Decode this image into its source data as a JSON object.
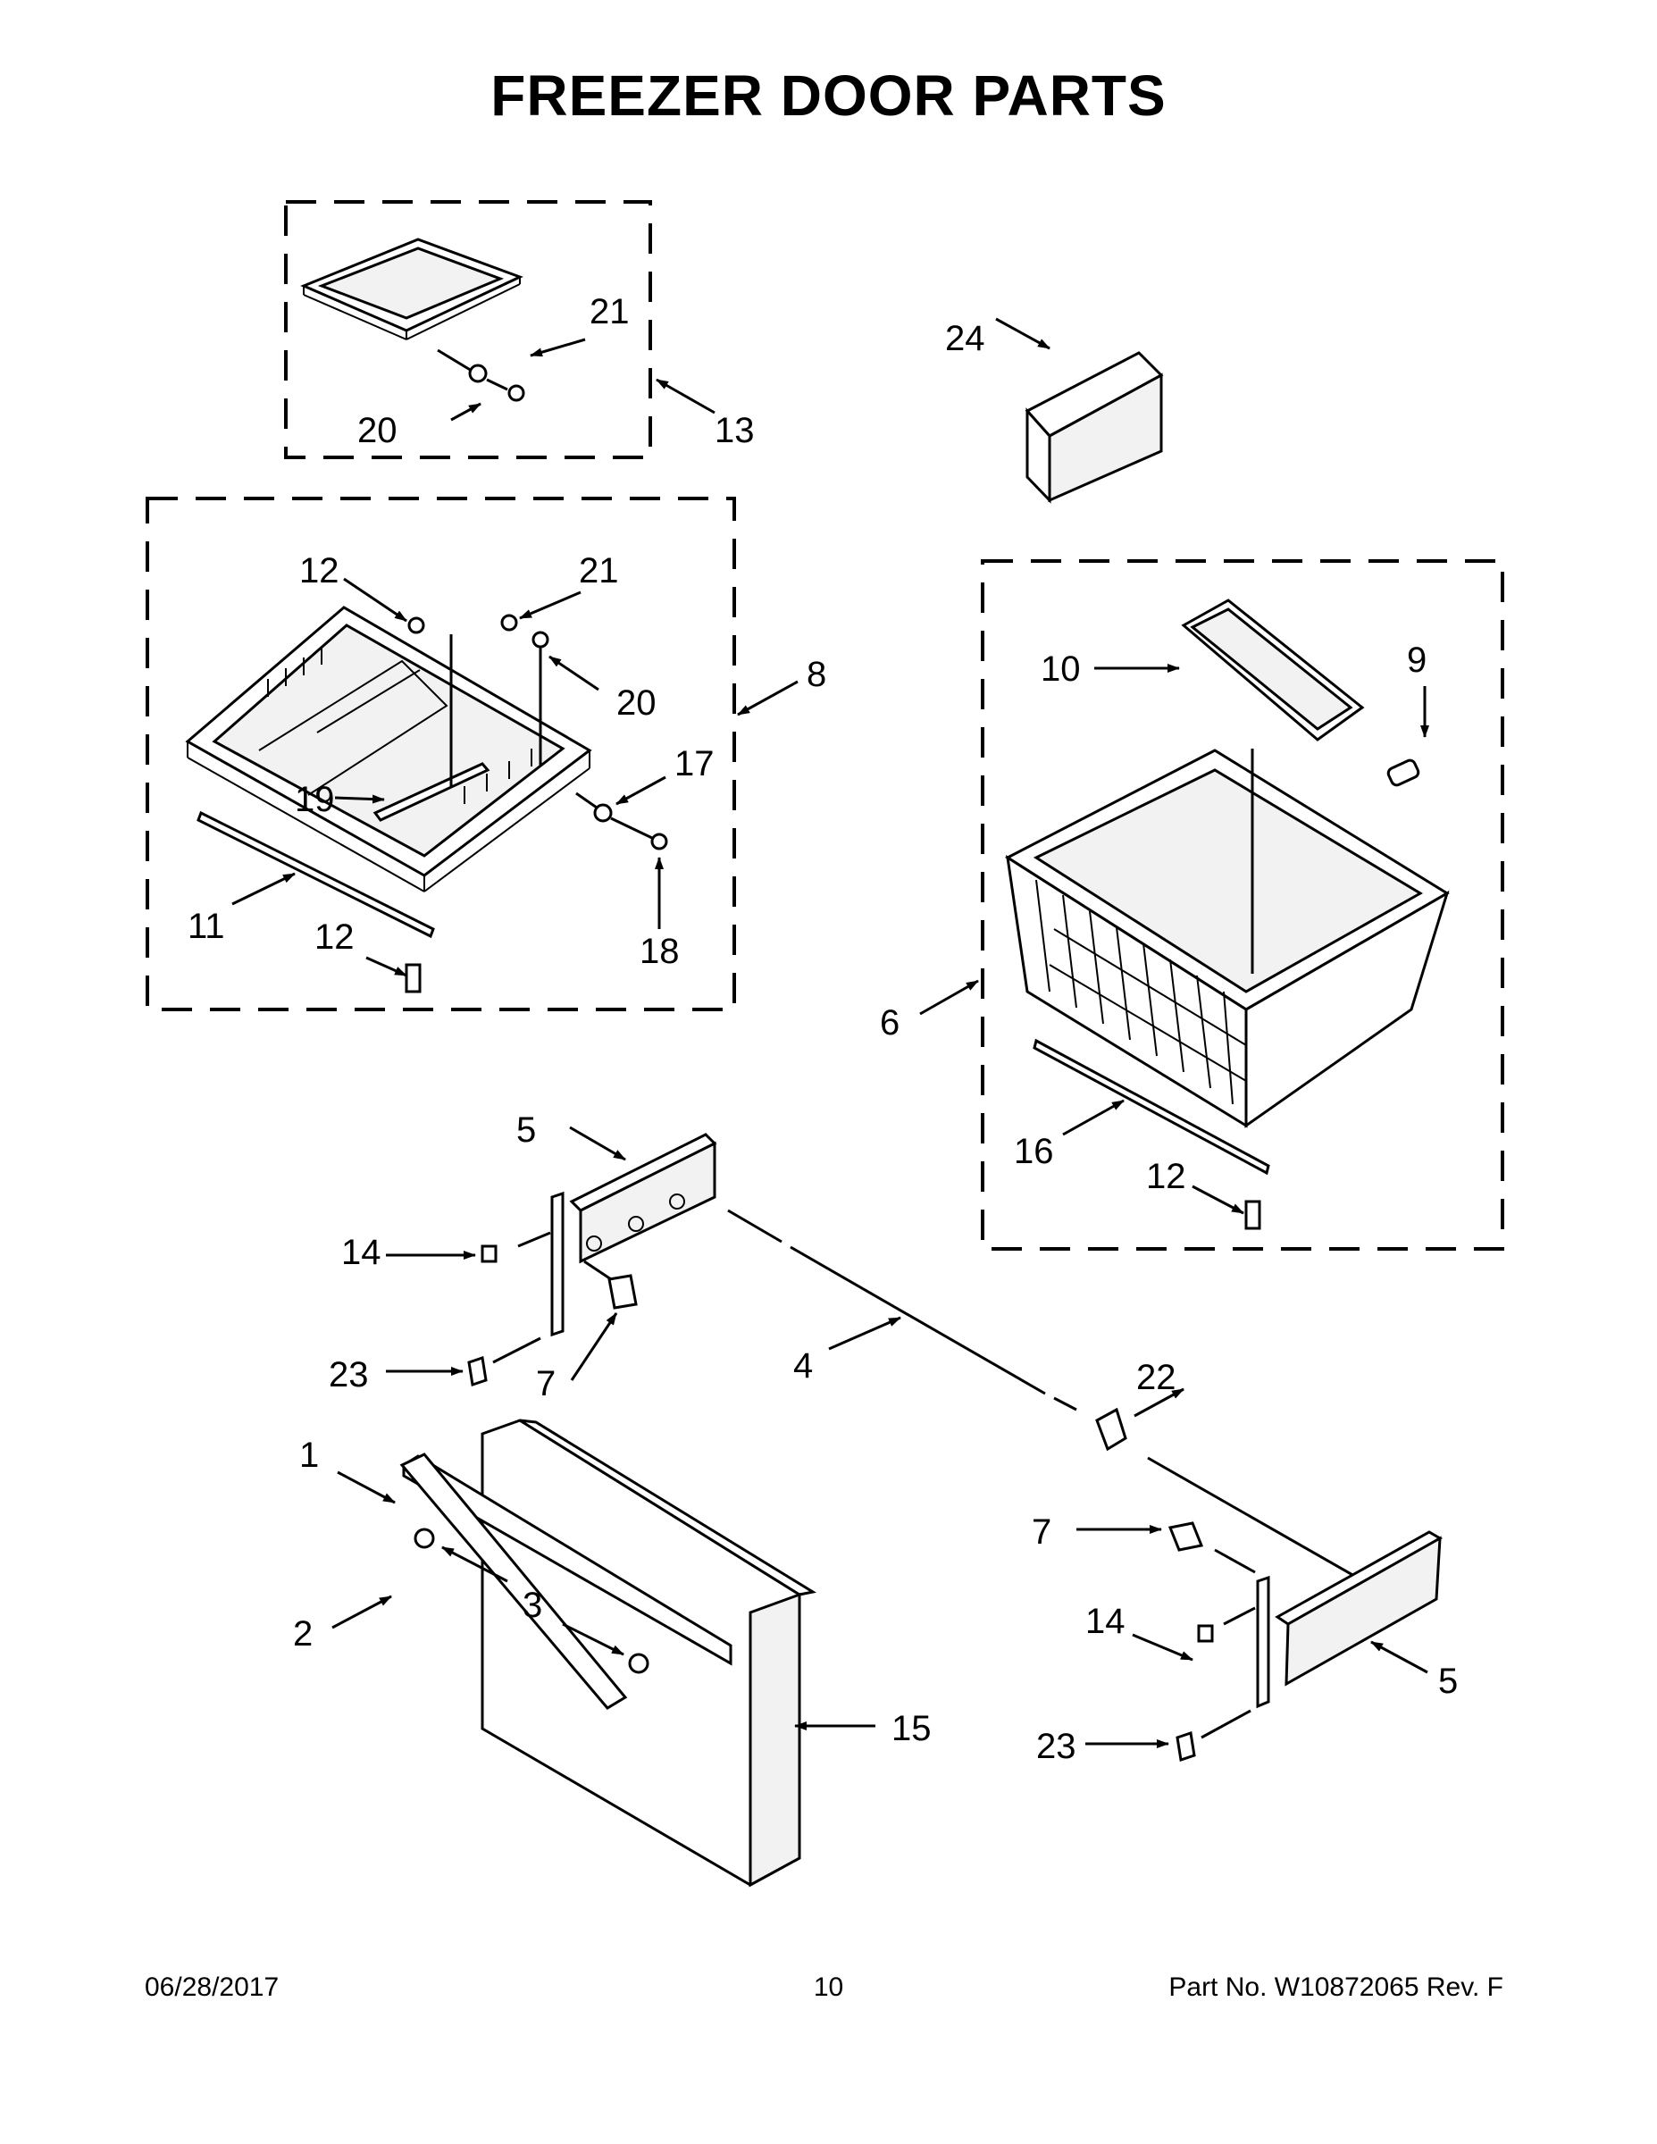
{
  "title": "FREEZER DOOR PARTS",
  "footer": {
    "date": "06/28/2017",
    "page": "10",
    "part_no": "Part No.  W10872065  Rev.  F"
  },
  "callouts": {
    "c1": "1",
    "c2": "2",
    "c3": "3",
    "c4": "4",
    "c5a": "5",
    "c5b": "5",
    "c6": "6",
    "c7a": "7",
    "c7b": "7",
    "c8": "8",
    "c9": "9",
    "c10": "10",
    "c11": "11",
    "c12a": "12",
    "c12b": "12",
    "c12c": "12",
    "c13": "13",
    "c14a": "14",
    "c14b": "14",
    "c15": "15",
    "c16": "16",
    "c17": "17",
    "c18": "18",
    "c19": "19",
    "c20a": "20",
    "c20b": "20",
    "c21a": "21",
    "c21b": "21",
    "c22": "22",
    "c23a": "23",
    "c23b": "23",
    "c24": "24"
  }
}
